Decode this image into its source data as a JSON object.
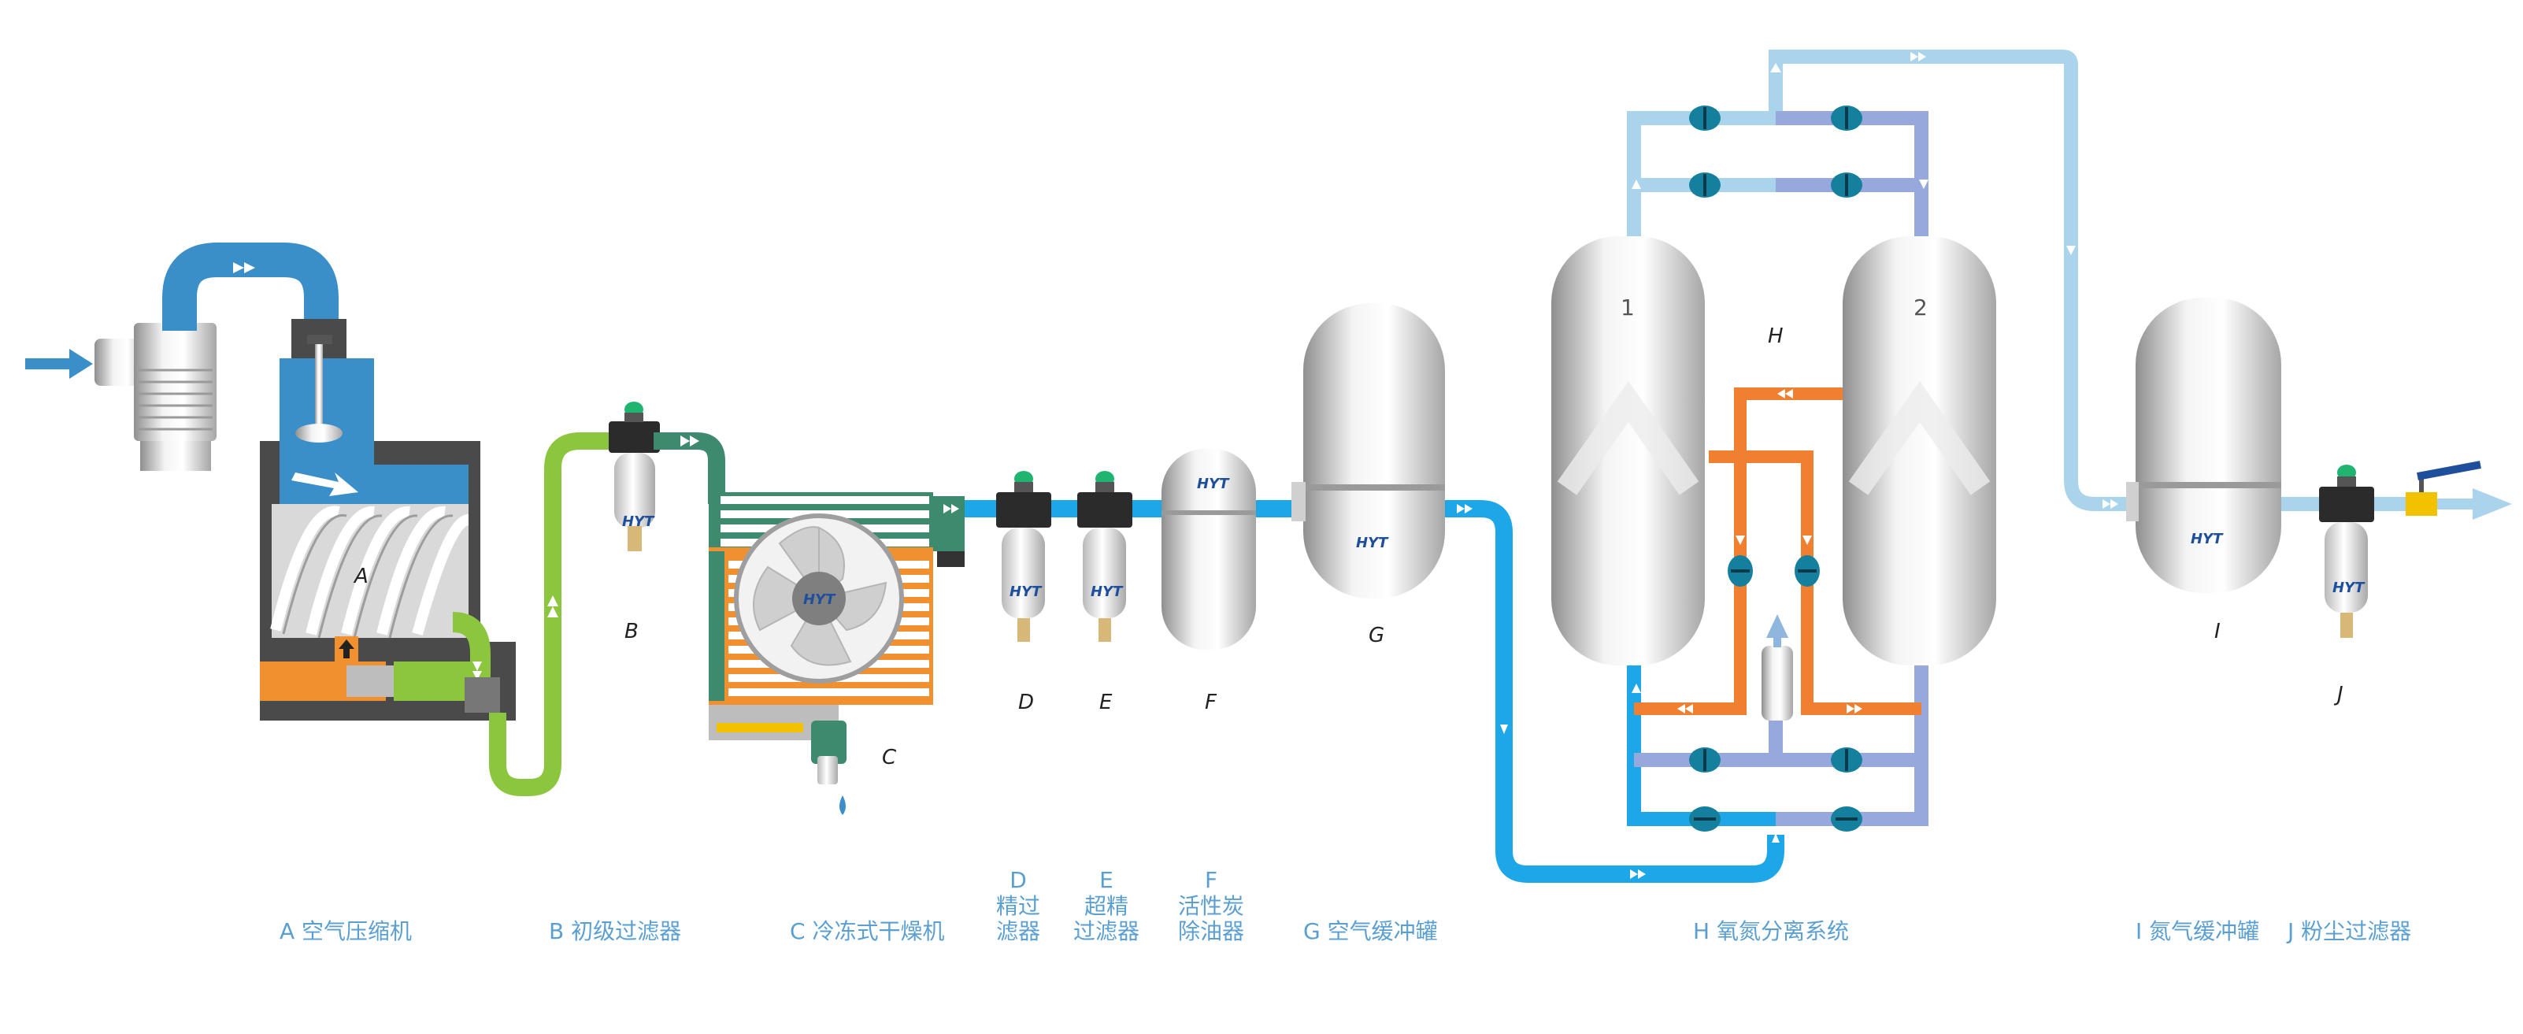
{
  "diagram": {
    "component_letters": [
      "A",
      "B",
      "C",
      "D",
      "E",
      "F",
      "G",
      "H",
      "I",
      "J"
    ],
    "tower_numbers": [
      "1",
      "2"
    ],
    "logo_text": "HYT",
    "captions": {
      "a": "A 空气压缩机",
      "b": "B 初级过滤器",
      "c": "C 冷冻式干燥机",
      "d": [
        "D",
        "精过",
        "滤器"
      ],
      "e": [
        "E",
        "超精",
        "过滤器"
      ],
      "f": [
        "F",
        "活性炭",
        "除油器"
      ],
      "g": "G 空气缓冲罐",
      "h": "H 氧氮分离系统",
      "i": "I 氮气缓冲罐",
      "j": "J 粉尘过滤器"
    },
    "colors": {
      "intake_blue": "#3a8fc9",
      "compressor_pipe": "#8cc63f",
      "dryer_orange": "#f0902f",
      "dryer_green": "#3d8a6e",
      "air_pipe": "#1ea7e8",
      "nitrogen_pipe": "#a9d4ec",
      "oxygen_pipe": "#97a9dc",
      "regen_orange": "#f08030",
      "valve": "#157f9e",
      "caption": "#5b9fd1",
      "vessel_silver": "#c8c8c8"
    }
  }
}
